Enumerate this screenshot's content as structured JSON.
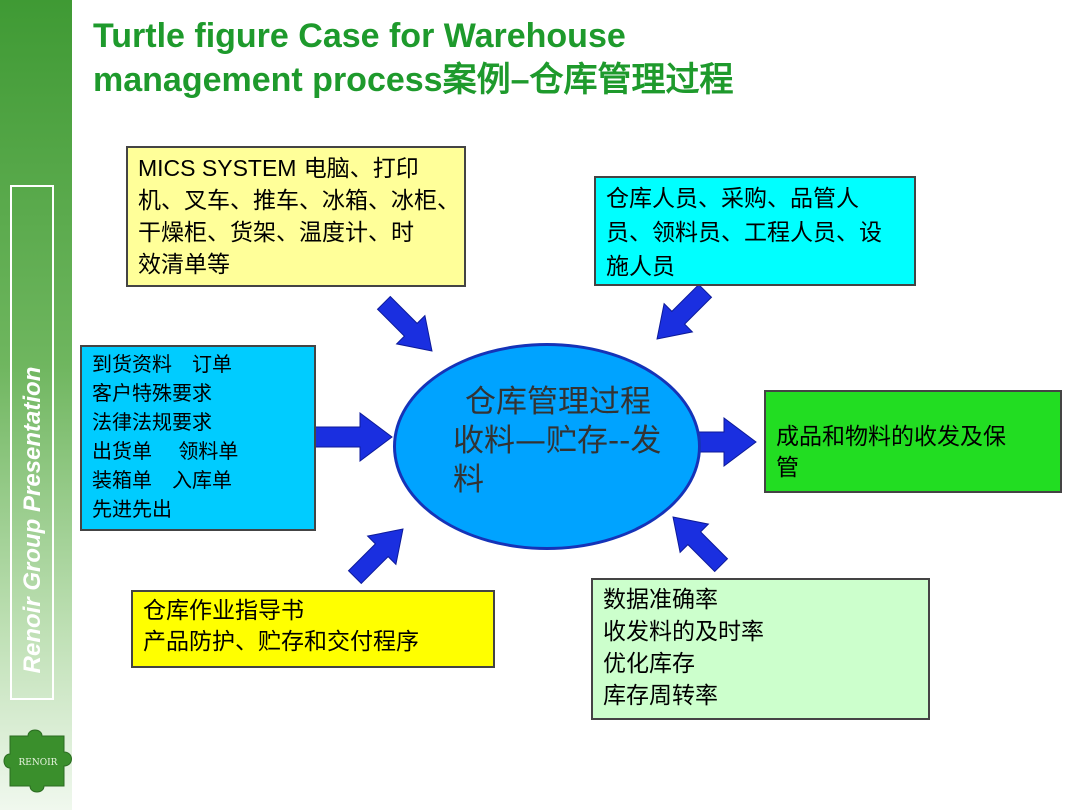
{
  "sidebar": {
    "text": "Renoir Group Presentation",
    "logo_text": "RENOIR"
  },
  "title": {
    "line1": "Turtle figure Case for Warehouse",
    "line2": "management process案例–仓库管理过程"
  },
  "center": {
    "line1": "仓库管理过程",
    "line2": "收料—贮存--发",
    "line3": "料"
  },
  "tools_box": {
    "mics": "MICS SYSTEM",
    "line1_rest": " 电脑、打印",
    "line2": "机、叉车、推车、冰箱、冰柜、",
    "line3": "干燥柜、货架、温度计、时",
    "line4": "效清单等"
  },
  "people_box": {
    "line1": "仓库人员、采购、品管人",
    "line2": "员、领料员、工程人员、设",
    "line3": "施人员"
  },
  "inputs_box": {
    "line1": "到货资料　订单",
    "line2": "客户特殊要求",
    "line3": "法律法规要求",
    "line4": "出货单　 领料单",
    "line5": "装箱单　入库单",
    "line6": "先进先出"
  },
  "output_box": {
    "line1": "成品和物料的收发及保",
    "line2": "管"
  },
  "guides_box": {
    "line1": "仓库作业指导书",
    "line2": "产品防护、贮存和交付程序"
  },
  "metrics_box": {
    "line1": "数据准确率",
    "line2": "收发料的及时率",
    "line3": "优化库存",
    "line4": "库存周转率"
  },
  "colors": {
    "title": "#1e9a2c",
    "arrow": "#1a2fe0",
    "ellipse": "#00a3ff",
    "tools": "#ffff99",
    "people": "#00ffff",
    "inputs": "#00ccff",
    "output": "#22dd22",
    "guides": "#ffff00",
    "metrics": "#ccffcc"
  }
}
